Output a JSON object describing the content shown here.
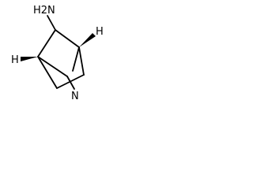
{
  "molecule": {
    "atoms": {
      "amine_group": "H2N",
      "ring_nitrogen": "N",
      "stereo_hydrogen_left": "H",
      "stereo_hydrogen_right": "H"
    },
    "stereo_bonds": [
      "wedge",
      "wedge"
    ]
  }
}
